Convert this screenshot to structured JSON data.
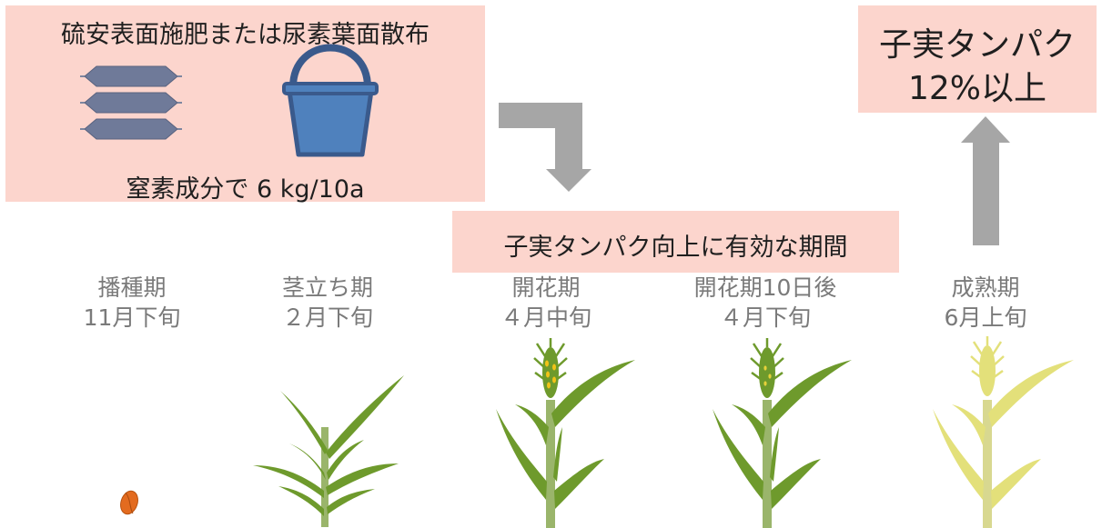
{
  "fertilizer": {
    "title": "硫安表面施肥または尿素葉面散布",
    "amount": "窒素成分で 6 kg/10a",
    "icons": [
      "fertilizer-bags-icon",
      "bucket-icon"
    ]
  },
  "result": {
    "line1": "子実タンパク",
    "line2": "12%以上"
  },
  "period": {
    "label": "子実タンパク向上に有効な期間"
  },
  "stages": [
    {
      "name": "播種期",
      "date": "11月下旬"
    },
    {
      "name": "茎立ち期",
      "date": "２月下旬"
    },
    {
      "name": "開花期",
      "date": "４月中旬"
    },
    {
      "name": "開花期10日後",
      "date": "４月下旬"
    },
    {
      "name": "成熟期",
      "date": "6月上旬"
    }
  ],
  "colors": {
    "box": "#fcd5cd",
    "arrow": "#a6a6a6",
    "leaf_green": "#6e9a2c",
    "stem_green": "#9ab56b",
    "ripe_yellow": "#e3e07a",
    "seed": "#e36b1f",
    "bucket": "#4f81bd",
    "bags": "#6f7a99"
  }
}
